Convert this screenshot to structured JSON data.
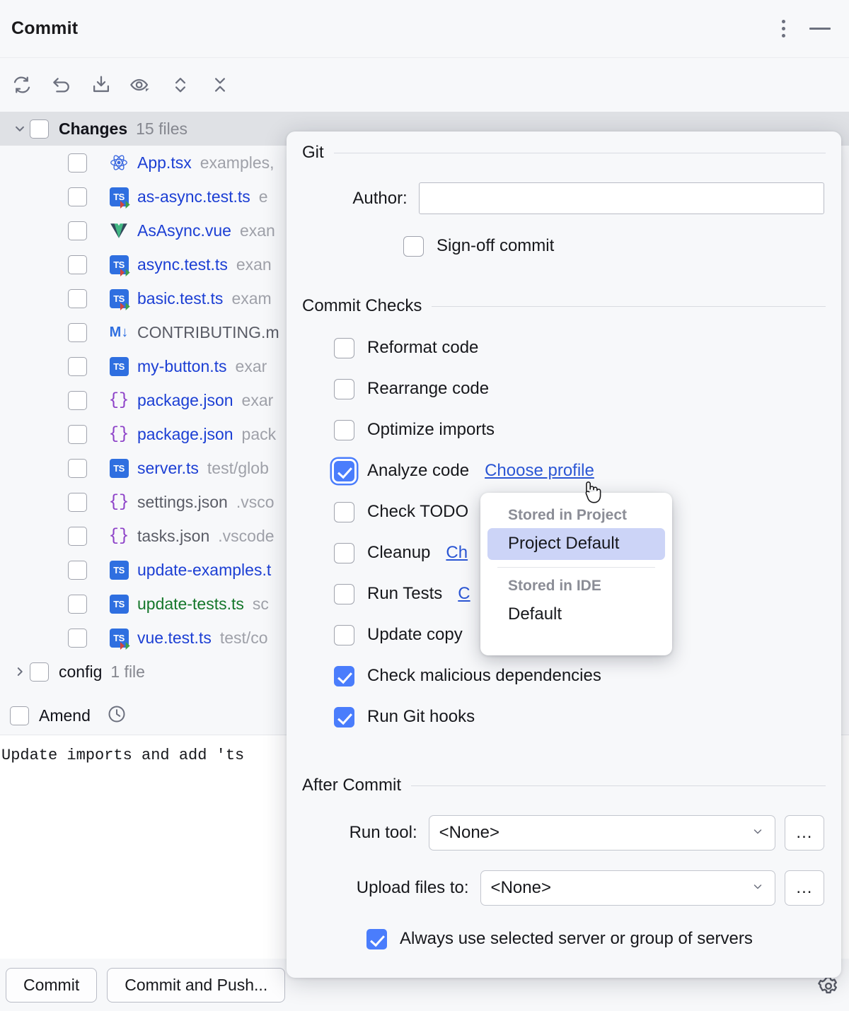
{
  "header": {
    "title": "Commit",
    "menu_icon": "kebab-menu-icon",
    "minimize_icon": "minimize-icon"
  },
  "toolbar": {
    "buttons": [
      {
        "name": "refresh-changes",
        "icon": "refresh-icon"
      },
      {
        "name": "rollback",
        "icon": "undo-icon"
      },
      {
        "name": "shelve-changes",
        "icon": "download-icon"
      },
      {
        "name": "preview-diff",
        "icon": "eye-dropdown-icon"
      },
      {
        "name": "expand-collapse",
        "icon": "chevron-updown-icon"
      },
      {
        "name": "collapse-all",
        "icon": "collapse-all-icon"
      }
    ]
  },
  "tree": {
    "groups": [
      {
        "name": "Changes",
        "count": "15 files",
        "expanded": true
      },
      {
        "name": "config",
        "count": "1 file",
        "expanded": false
      }
    ],
    "files": [
      {
        "name": "App.tsx",
        "path": "examples,",
        "icon": "react-icon",
        "color": "blue"
      },
      {
        "name": "as-async.test.ts",
        "path": "e",
        "icon": "ts-test-icon",
        "color": "blue"
      },
      {
        "name": "AsAsync.vue",
        "path": "exan",
        "icon": "vue-icon",
        "color": "blue"
      },
      {
        "name": "async.test.ts",
        "path": "exan",
        "icon": "ts-test-icon",
        "color": "blue"
      },
      {
        "name": "basic.test.ts",
        "path": "exam",
        "icon": "ts-test-icon",
        "color": "blue"
      },
      {
        "name": "CONTRIBUTING.m",
        "path": "",
        "icon": "markdown-icon",
        "color": "gray"
      },
      {
        "name": "my-button.ts",
        "path": "exar",
        "icon": "ts-icon",
        "color": "blue"
      },
      {
        "name": "package.json",
        "path": "exar",
        "icon": "json-icon",
        "color": "blue"
      },
      {
        "name": "package.json",
        "path": "pack",
        "icon": "json-icon",
        "color": "blue"
      },
      {
        "name": "server.ts",
        "path": "test/glob",
        "icon": "ts-icon",
        "color": "blue"
      },
      {
        "name": "settings.json",
        "path": ".vsco",
        "icon": "json-icon",
        "color": "gray"
      },
      {
        "name": "tasks.json",
        "path": ".vscode",
        "icon": "json-icon",
        "color": "gray"
      },
      {
        "name": "update-examples.t",
        "path": "",
        "icon": "ts-icon",
        "color": "blue"
      },
      {
        "name": "update-tests.ts",
        "path": "sc",
        "icon": "ts-icon",
        "color": "green"
      },
      {
        "name": "vue.test.ts",
        "path": "test/co",
        "icon": "ts-test-icon",
        "color": "blue"
      }
    ]
  },
  "amend": {
    "label": "Amend",
    "checked": false,
    "history_icon": "clock-icon"
  },
  "commit_message": {
    "text": "Update imports and add 'ts"
  },
  "bottom": {
    "commit_label": "Commit",
    "commit_push_label": "Commit and Push...",
    "settings_icon": "gear-icon"
  },
  "dialog": {
    "git": {
      "title": "Git",
      "author_label": "Author:",
      "author_value": "",
      "author_placeholder": "",
      "signoff": {
        "label": "Sign-off commit",
        "checked": false
      }
    },
    "commit_checks": {
      "title": "Commit Checks",
      "items": [
        {
          "label": "Reformat code",
          "checked": false,
          "link": ""
        },
        {
          "label": "Rearrange code",
          "checked": false,
          "link": ""
        },
        {
          "label": "Optimize imports",
          "checked": false,
          "link": ""
        },
        {
          "label": "Analyze code",
          "checked": true,
          "link": "Choose profile",
          "focused": true
        },
        {
          "label": "Check TODO",
          "checked": false,
          "link": ""
        },
        {
          "label": "Cleanup",
          "checked": false,
          "link": "Ch"
        },
        {
          "label": "Run Tests",
          "checked": false,
          "link": "C"
        },
        {
          "label": "Update copy",
          "checked": false,
          "link": ""
        },
        {
          "label": "Check malicious dependencies",
          "checked": true,
          "link": ""
        },
        {
          "label": "Run Git hooks",
          "checked": true,
          "link": ""
        }
      ]
    },
    "after_commit": {
      "title": "After Commit",
      "run_tool_label": "Run tool:",
      "run_tool_value": "<None>",
      "upload_label": "Upload files to:",
      "upload_value": "<None>",
      "ellipsis_label": "...",
      "always_use": {
        "label": "Always use selected server or group of servers",
        "checked": true
      }
    }
  },
  "popup": {
    "sections": [
      {
        "header": "Stored in Project",
        "items": [
          {
            "label": "Project Default",
            "selected": true
          }
        ]
      },
      {
        "header": "Stored in IDE",
        "items": [
          {
            "label": "Default",
            "selected": false
          }
        ]
      }
    ]
  },
  "colors": {
    "accent": "#4a7dfc",
    "link": "#2b56d4",
    "group_bg": "#dfe1e5",
    "panel_bg": "#f7f8fa",
    "added_file": "#15772b",
    "selection": "#ccd4f7"
  }
}
